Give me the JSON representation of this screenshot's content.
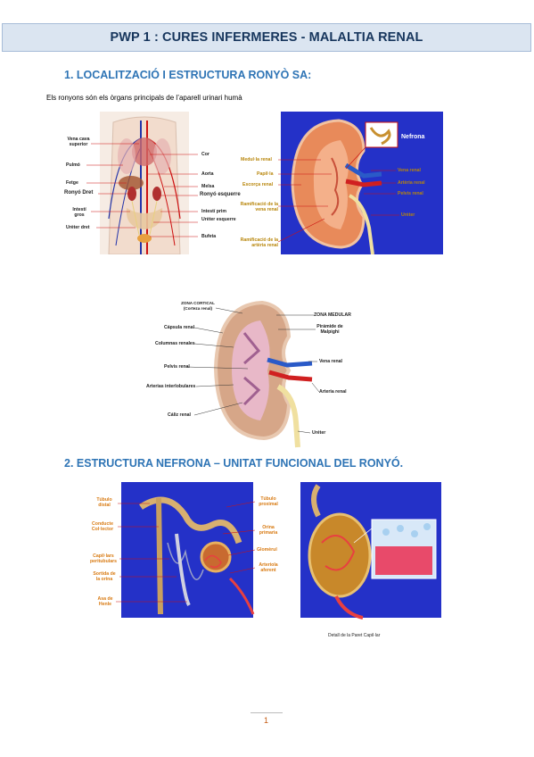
{
  "header": {
    "title": "PWP 1 : CURES INFERMERES - MALALTIA RENAL"
  },
  "section1": {
    "heading": "1.  LOCALITZACIÓ I ESTRUCTURA RONYÒ SA:",
    "intro": "Els ronyons són els òrgans principals de l’aparell urinari humà"
  },
  "figure1": {
    "labels_left": [
      "Vena cava superior",
      "Pulmó",
      "Fetge",
      "Ronyó Dret",
      "Intestí gros",
      "Urèter dret"
    ],
    "labels_right": [
      "Cor",
      "Aorta",
      "Melsa",
      "Ronyó esquerre",
      "Intestí prim",
      "Urèter esquerre",
      "Bufeta"
    ]
  },
  "figure2": {
    "title": "Nefrona",
    "labels_left": [
      "Medul·la renal",
      "Papil·la",
      "Escorça renal",
      "Ramificació de la vena renal",
      "Ramificació de la artèria renal"
    ],
    "labels_right": [
      "Vena renal",
      "Artèria renal",
      "Pelvis renal",
      "Urèter"
    ]
  },
  "figure3": {
    "labels_left": [
      "ZONA CORTICAL (Corteza renal)",
      "Cápsula renal",
      "Columnas renales",
      "Pelvis renal",
      "Arterias interlobulares",
      "Cáliz renal"
    ],
    "labels_right": [
      "ZONA MEDULAR",
      "Pirámide de Malpighi",
      "Vena renal",
      "Arteria renal",
      "Uréter"
    ]
  },
  "section2": {
    "heading": "2.  ESTRUCTURA NEFRONA – UNITAT FUNCIONAL DEL RONYÓ."
  },
  "figure4": {
    "labels_left": [
      "Túbulo distal",
      "Conducte Col·lector",
      "Capil·lars peritubulars",
      "Sortida de la orina",
      "Asa de Henle"
    ],
    "labels_right": [
      "Túbulo proximal",
      "Orina primaria",
      "Glomèrul",
      "Arteriola aferent"
    ]
  },
  "figure5": {
    "caption": "Detall de la Paret Capil·lar"
  },
  "footer": {
    "page_number": "1"
  },
  "colors": {
    "banner_bg": "#dbe5f1",
    "banner_text": "#17365d",
    "heading": "#2e74b5",
    "figure_blue": "#2431c8",
    "page_number": "#c55a11"
  },
  "icons": [
    "human-body-illustration",
    "kidney-illustration",
    "nephron-illustration",
    "capillary-wall-illustration"
  ]
}
